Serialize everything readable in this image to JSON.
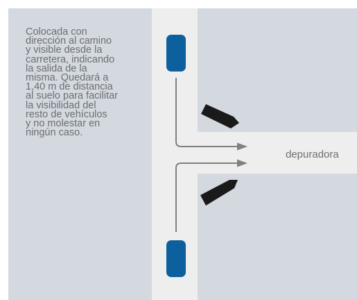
{
  "caption": {
    "lines": [
      "Colocada con",
      "dirección al camino",
      "y visible desde la",
      "carretera, indicando",
      "la salida de la",
      "misma. Quedará a",
      "1,40 m de distancia",
      "al suelo para facilitar",
      "la visibilidad del",
      "resto de vehículos",
      "y no molestar en",
      "ningún caso."
    ]
  },
  "destination_label": "depuradora",
  "colors": {
    "background": "#d4d9e0",
    "road": "#eeeeee",
    "post": "#0d5f9e",
    "arrow": "#808080",
    "sign": "#1a1a1a",
    "text": "#6b6f73"
  }
}
